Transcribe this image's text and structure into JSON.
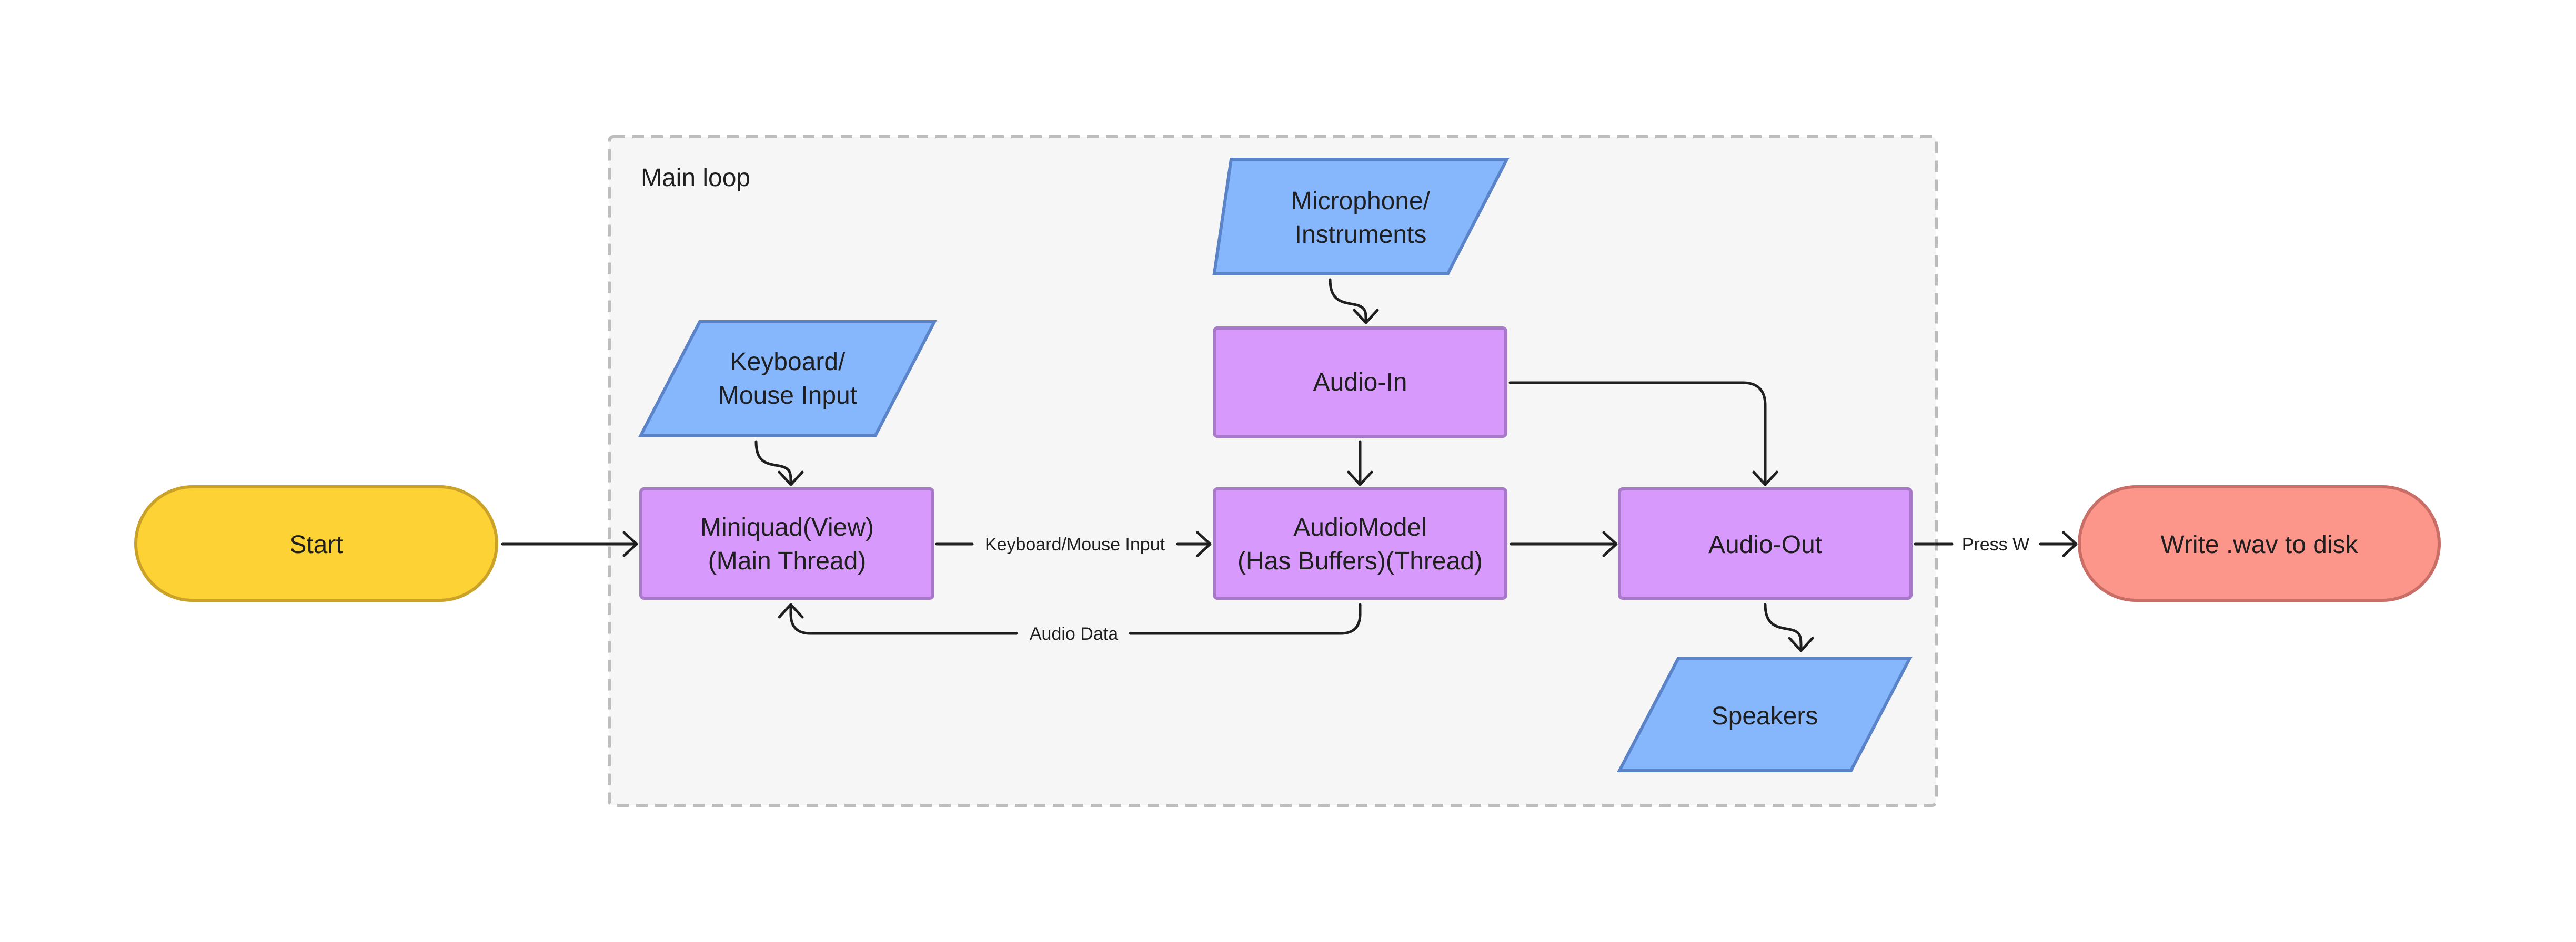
{
  "group": {
    "label": "Main loop"
  },
  "nodes": {
    "start": {
      "label": "Start",
      "fill": "#FDD235",
      "stroke": "#C9A227"
    },
    "keyboard_mouse": {
      "lines": [
        "Keyboard/",
        "Mouse Input"
      ],
      "fill": "#86B6FC",
      "stroke": "#5B84C8"
    },
    "miniquad": {
      "lines": [
        "Miniquad(View)",
        "(Main Thread)"
      ],
      "fill": "#D799FB",
      "stroke": "#A879C9"
    },
    "microphone": {
      "lines": [
        "Microphone/",
        "Instruments"
      ],
      "fill": "#86B6FC",
      "stroke": "#5B84C8"
    },
    "audio_in": {
      "label": "Audio-In",
      "fill": "#D799FB",
      "stroke": "#A879C9"
    },
    "audio_model": {
      "lines": [
        "AudioModel",
        "(Has Buffers)(Thread)"
      ],
      "fill": "#D799FB",
      "stroke": "#A879C9"
    },
    "audio_out": {
      "label": "Audio-Out",
      "fill": "#D799FB",
      "stroke": "#A879C9"
    },
    "speakers": {
      "label": "Speakers",
      "fill": "#86B6FC",
      "stroke": "#5B84C8"
    },
    "write_wav": {
      "label": "Write .wav to disk",
      "fill": "#FD968A",
      "stroke": "#C96E66"
    }
  },
  "edges": {
    "miniquad_to_model": "Keyboard/Mouse Input",
    "model_to_miniquad": "Audio Data",
    "out_to_write": "Press W"
  }
}
